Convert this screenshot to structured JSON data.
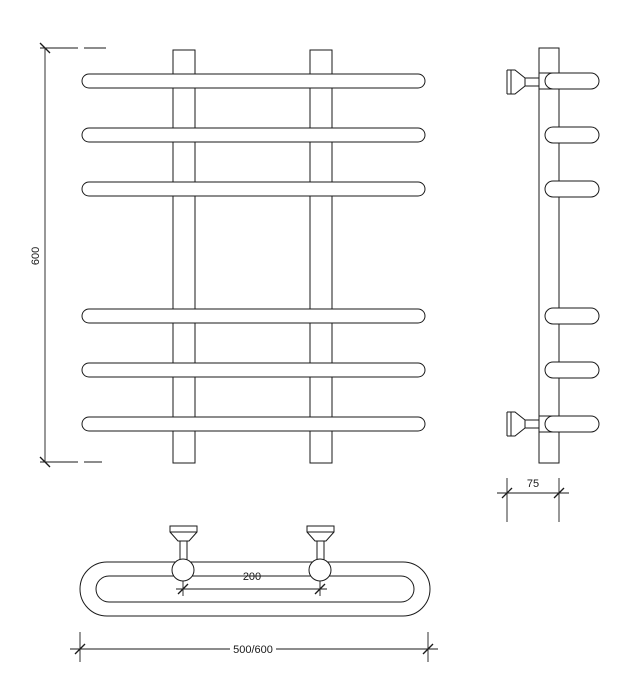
{
  "dimensions": {
    "height": "600",
    "depth": "75",
    "pipe_spacing": "200",
    "width": "500/600"
  },
  "colors": {
    "line": "#1a1a1a",
    "background": "#ffffff"
  }
}
